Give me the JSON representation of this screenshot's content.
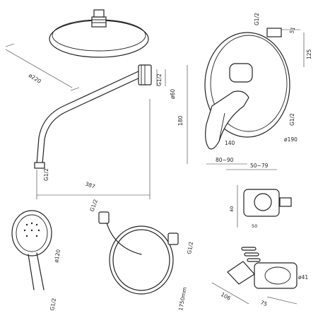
{
  "head_shower": {
    "diameter": "ø220"
  },
  "arm": {
    "thread": "G1/2",
    "height": "ø60",
    "length": "387",
    "end_thread": "G1/2"
  },
  "mixer": {
    "height": "180",
    "depth_a": "80~90",
    "depth_b": "140",
    "depth_c": "50~79",
    "plate": "ø190",
    "outlet": "G1/2",
    "top_thread": "G1/2",
    "width_top": "51",
    "height_top": "125"
  },
  "hand_shower": {
    "diameter": "ø120",
    "thread": "G1/2"
  },
  "hose": {
    "thread_top": "G1/2",
    "thread_bottom": "G1/2",
    "length": "1750mm"
  },
  "wall_elbow": {
    "a": "40",
    "b": "50"
  },
  "holder": {
    "length": "106",
    "width": "75",
    "diameter": "ø41"
  }
}
